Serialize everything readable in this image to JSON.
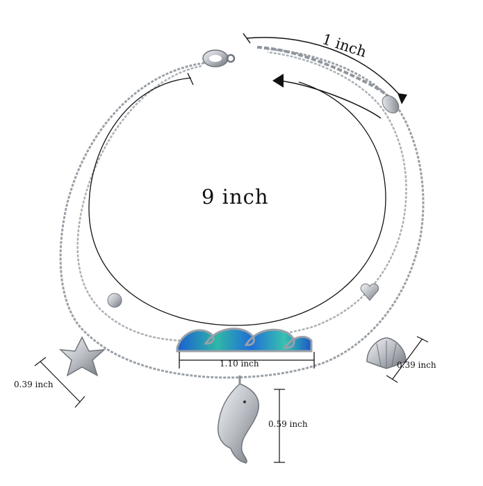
{
  "image": {
    "description_labels": {
      "bracelet_length": "9 inch",
      "extender_length": "1 inch",
      "wave_width": "1.10 inch",
      "starfish_size": "0.39 inch",
      "shell_size": "0.39 inch",
      "dolphin_size": "0.59 inch"
    },
    "colors": {
      "metal": "#c9ccd0",
      "metal_dark": "#8a8f96",
      "opal_blue": "#1f6fd6",
      "opal_teal": "#2fb6a8",
      "line": "#111111"
    },
    "icons": [
      "lobster-clasp-icon",
      "bead-icon",
      "heart-charm-icon",
      "starfish-charm-icon",
      "shell-charm-icon",
      "dolphin-charm-icon",
      "wave-pendant-icon",
      "arrow-icon"
    ]
  }
}
